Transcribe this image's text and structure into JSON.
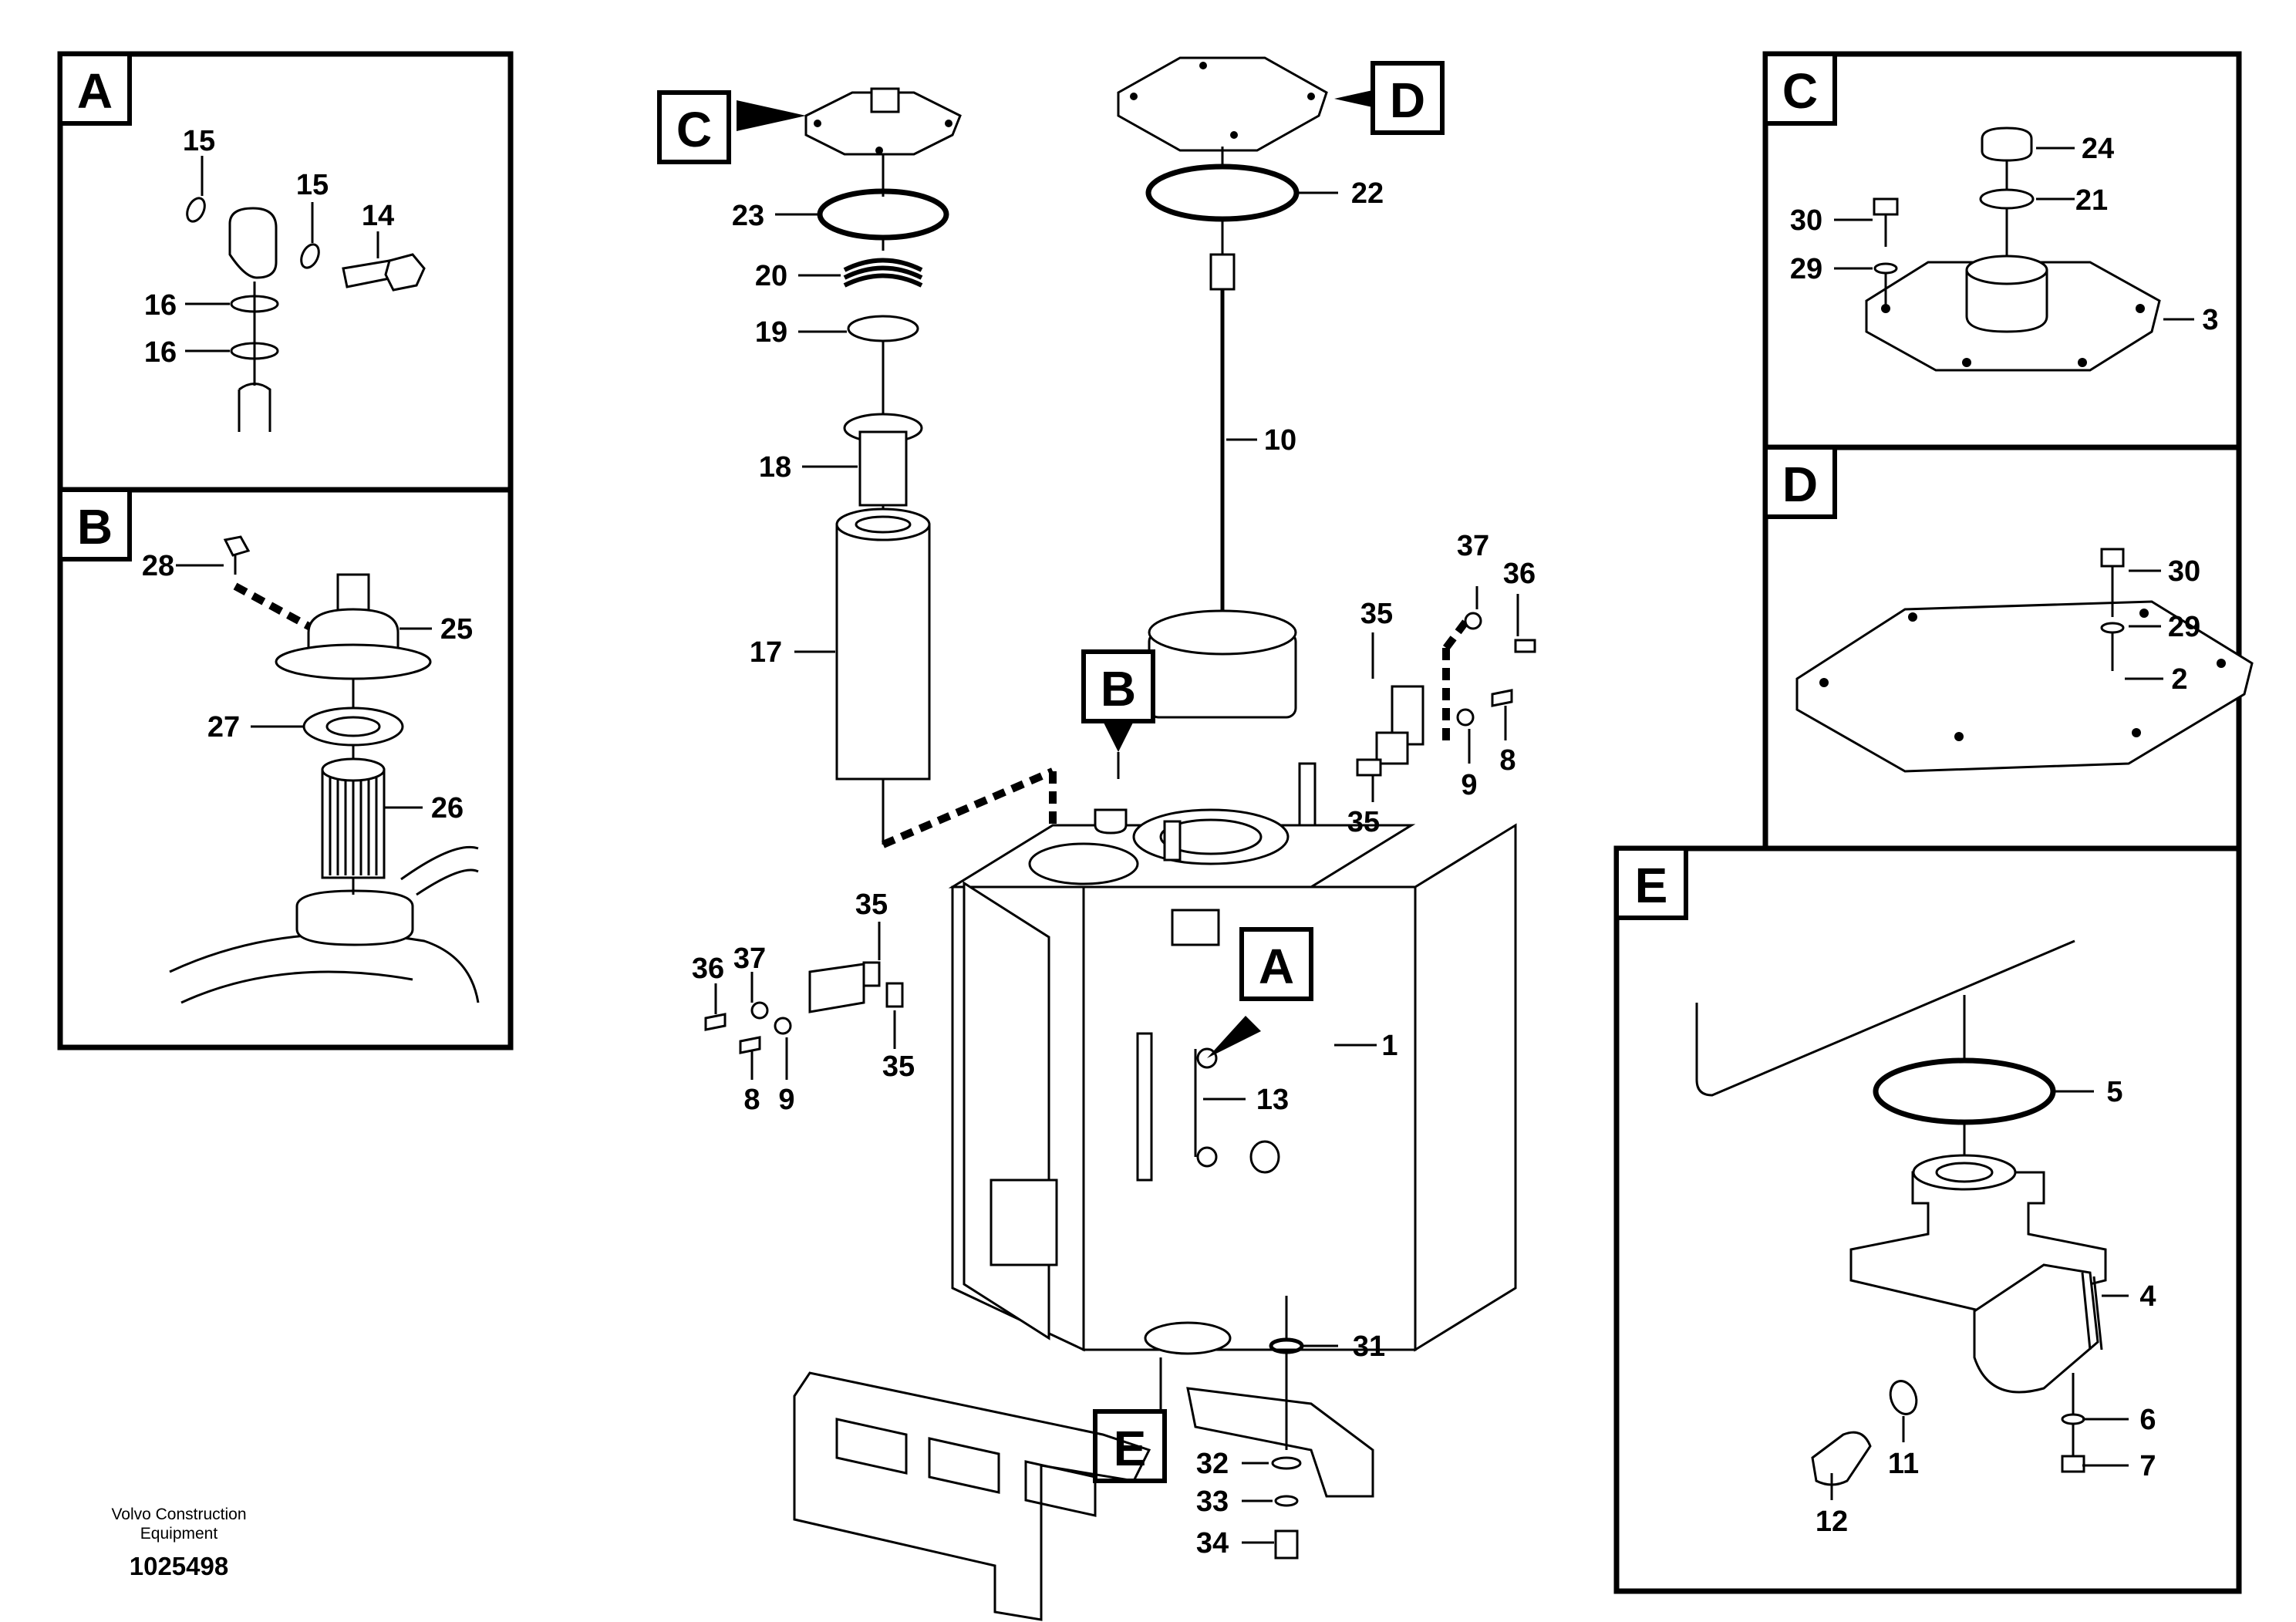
{
  "detail_labels": {
    "a": "A",
    "b": "B",
    "c": "C",
    "d": "D",
    "e": "E"
  },
  "part_numbers": {
    "p1": "1",
    "p2": "2",
    "p3": "3",
    "p4": "4",
    "p5": "5",
    "p6": "6",
    "p7": "7",
    "p8": "8",
    "p9": "9",
    "p10": "10",
    "p11": "11",
    "p12": "12",
    "p13": "13",
    "p14": "14",
    "p15": "15",
    "p16": "16",
    "p17": "17",
    "p18": "18",
    "p19": "19",
    "p20": "20",
    "p21": "21",
    "p22": "22",
    "p23": "23",
    "p24": "24",
    "p25": "25",
    "p26": "26",
    "p27": "27",
    "p28": "28",
    "p29": "29",
    "p30": "30",
    "p31": "31",
    "p32": "32",
    "p33": "33",
    "p34": "34",
    "p35": "35",
    "p36": "36",
    "p37": "37"
  },
  "footer": {
    "credit_line1": "Volvo Construction",
    "credit_line2": "Equipment",
    "drawing_number": "1025498"
  }
}
